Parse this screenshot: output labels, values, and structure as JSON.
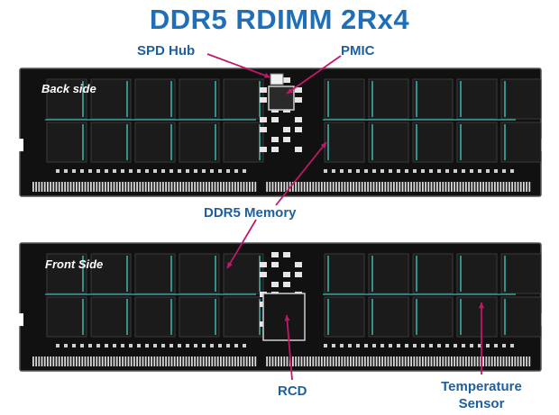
{
  "title": "DDR5 RDIMM 2Rx4",
  "modules": {
    "back": {
      "label": "Back side"
    },
    "front": {
      "label": "Front Side"
    }
  },
  "callouts": {
    "spd_hub": "SPD Hub",
    "pmic": "PMIC",
    "ddr5_memory": "DDR5 Memory",
    "rcd": "RCD",
    "temperature_sensor_line1": "Temperature",
    "temperature_sensor_line2": "Sensor"
  },
  "colors": {
    "title": "#1f6fb8",
    "callout_text": "#1f5f9e",
    "arrow": "#c2186b",
    "pcb": "#111111",
    "trace": "#3fb6b0"
  }
}
